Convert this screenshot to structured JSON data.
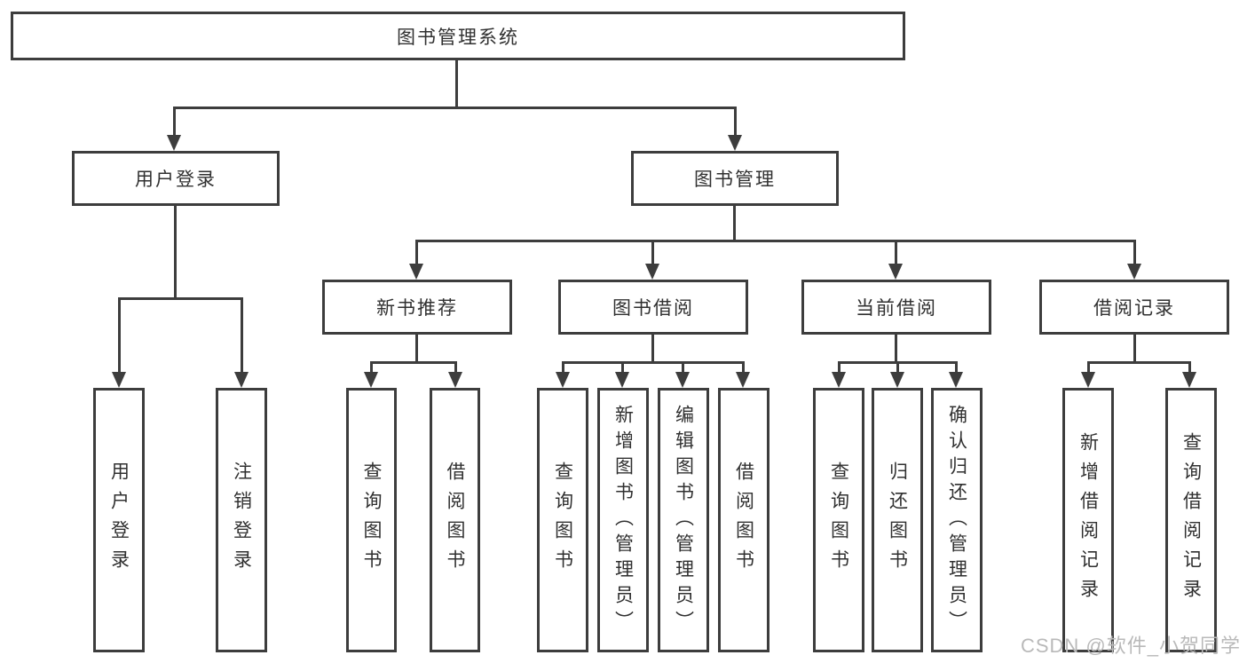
{
  "diagram": {
    "root": {
      "label": "图书管理系统"
    },
    "branches": [
      {
        "label": "用户登录",
        "children": [
          {
            "label": "用户登录"
          },
          {
            "label": "注销登录"
          }
        ]
      },
      {
        "label": "图书管理",
        "children": [
          {
            "label": "新书推荐",
            "children": [
              {
                "label": "查询图书"
              },
              {
                "label": "借阅图书"
              }
            ]
          },
          {
            "label": "图书借阅",
            "children": [
              {
                "label": "查询图书"
              },
              {
                "label": "新增图书（管理员）"
              },
              {
                "label": "编辑图书（管理员）"
              },
              {
                "label": "借阅图书"
              }
            ]
          },
          {
            "label": "当前借阅",
            "children": [
              {
                "label": "查询图书"
              },
              {
                "label": "归还图书"
              },
              {
                "label": "确认归还（管理员）"
              }
            ]
          },
          {
            "label": "借阅记录",
            "children": [
              {
                "label": "新增借阅记录"
              },
              {
                "label": "查询借阅记录"
              }
            ]
          }
        ]
      }
    ]
  },
  "watermark": {
    "text": "CSDN @软件_小贺同学"
  },
  "colors": {
    "line": "#3d3d3d",
    "text": "#303030",
    "watermark": "#b9b9b9",
    "background": "#ffffff"
  }
}
